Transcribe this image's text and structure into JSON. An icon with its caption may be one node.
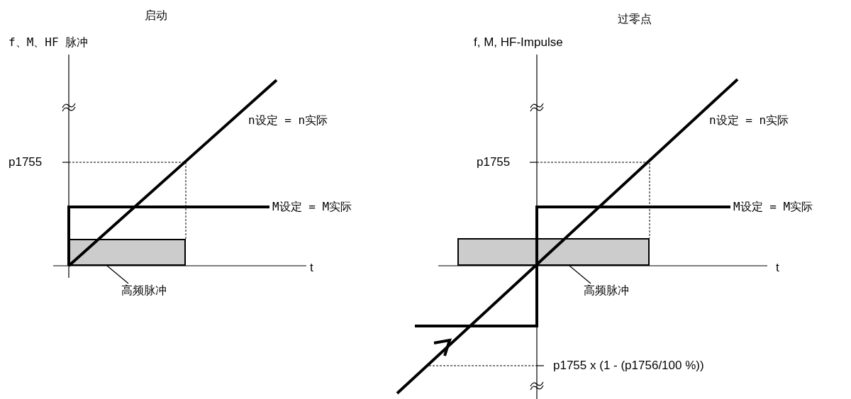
{
  "diagram": {
    "nodes": [
      {
        "text": [],
        "shape": "bar"
      },
      {
        "text": [
          "高频脉冲"
        ]
      },
      {
        "text": [],
        "shape": "bar"
      },
      {
        "text": [
          "高频脉冲"
        ]
      }
    ],
    "edges": [
      {
        "from": 1,
        "to": 0,
        "arrow": "none"
      },
      {
        "from": 3,
        "to": 2,
        "arrow": "none"
      }
    ],
    "labels": [
      "启动",
      "f、M、HF 脉冲",
      "n设定 = n实际",
      "p1755",
      "M设定 = M实际",
      "t",
      "过零点",
      "f, M, HF-Impulse",
      "n设定 = n实际",
      "p1755",
      "M设定 = M实际",
      "t",
      "p1755 x (1 - (p1756/100 %))"
    ]
  }
}
